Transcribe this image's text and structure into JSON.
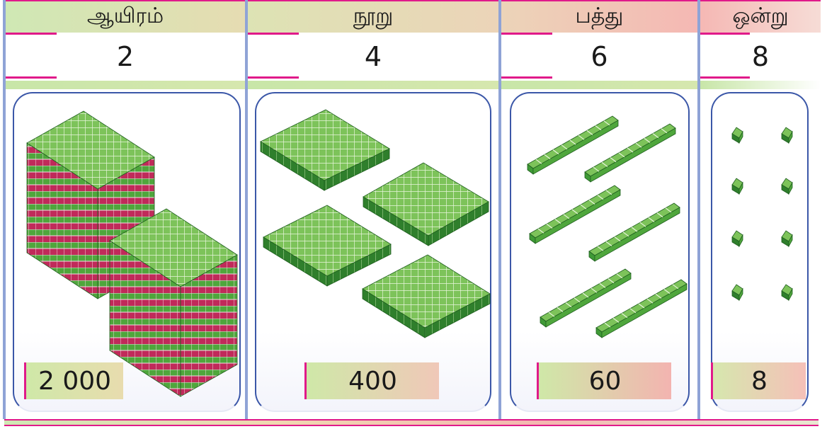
{
  "columns": [
    {
      "label": "ஆயிரம்",
      "digit": "2",
      "value": "2 000"
    },
    {
      "label": "நூறு",
      "digit": "4",
      "value": "400"
    },
    {
      "label": "பத்து",
      "digit": "6",
      "value": "60"
    },
    {
      "label": "ஒன்று",
      "digit": "8",
      "value": "8"
    }
  ],
  "icons": {
    "thousands": "thousand-cube-icon",
    "hundreds": "hundred-flat-icon",
    "tens": "ten-rod-icon",
    "ones": "unit-cube-icon"
  },
  "colors": {
    "block_top": "#7dc35a",
    "block_side_green": "#3f9a36",
    "block_side_red": "#c02a5a",
    "accent_pink": "#e01a8a",
    "rule_blue": "#8fa3d6",
    "panel_border": "#3b57a8"
  }
}
